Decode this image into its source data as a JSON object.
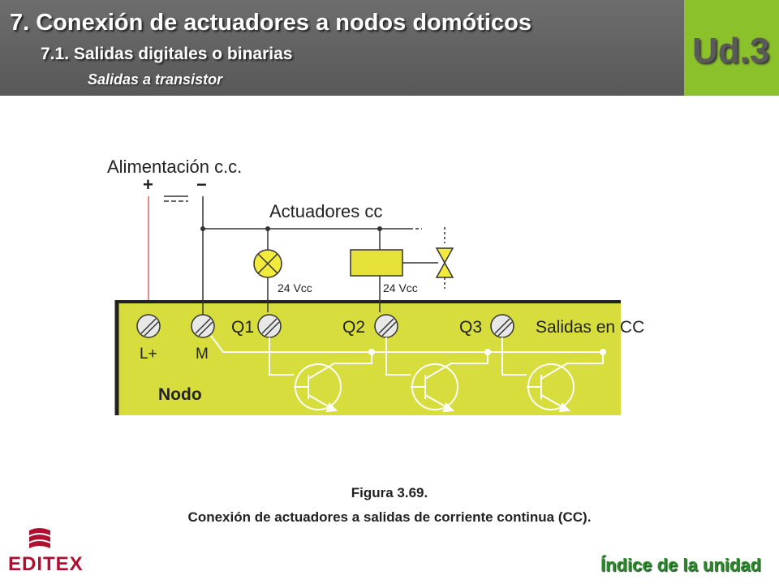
{
  "header": {
    "title": "7. Conexión de actuadores a nodos domóticos",
    "subtitle": "7.1. Salidas digitales o binarias",
    "subsubtitle": "Salidas a transistor",
    "unit": "Ud.3"
  },
  "diagram": {
    "power_label": "Alimentación c.c.",
    "plus": "+",
    "minus": "−",
    "actuators_label": "Actuadores cc",
    "voltage_1": "24 Vcc",
    "voltage_2": "24 Vcc",
    "terminals": [
      "Q1",
      "Q2",
      "Q3"
    ],
    "outputs_label": "Salidas en CC",
    "l_plus": "L+",
    "m": "M",
    "node": "Nodo",
    "colors": {
      "node": "#d6dd3c",
      "relay": "#e7e23a",
      "lamp": "#f2ea3c",
      "power_wire": "#e48a8a"
    }
  },
  "caption": {
    "figure": "Figura 3.69.",
    "text": "Conexión de actuadores a salidas de corriente continua (CC)."
  },
  "footer": {
    "logo": "EDITEX",
    "index_link": "Índice de la unidad"
  }
}
